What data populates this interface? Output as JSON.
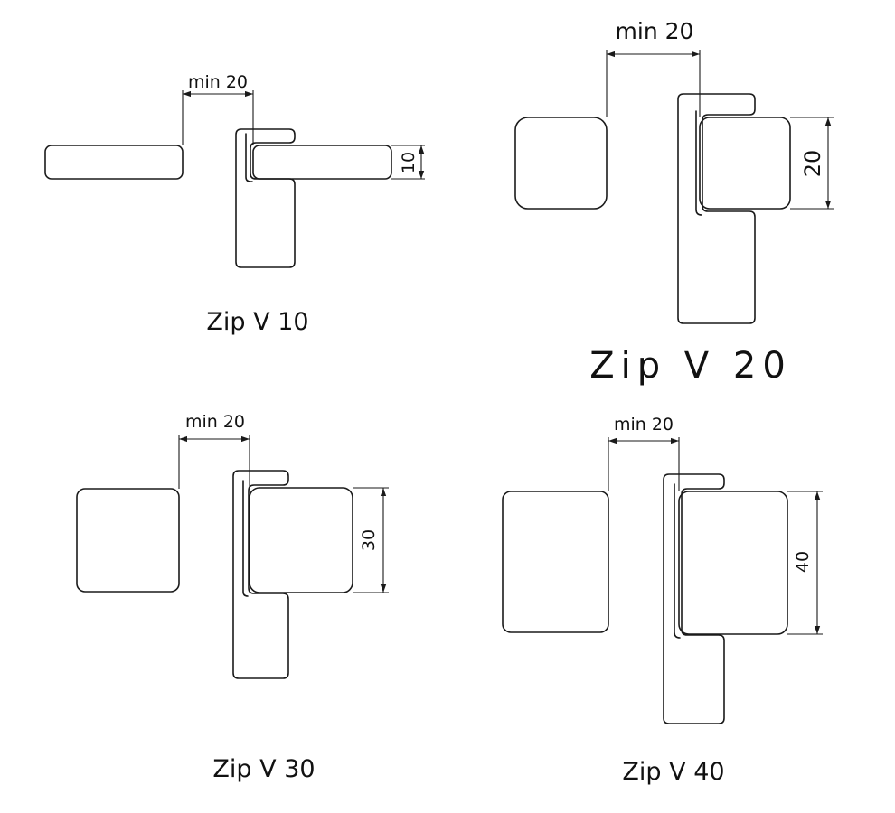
{
  "colors": {
    "line": "#1a1a1a",
    "background": "#ffffff"
  },
  "profiles": [
    {
      "id": "zip-v-10",
      "caption": "Zip V 10",
      "gap_label": "min 20",
      "height_label": "10"
    },
    {
      "id": "zip-v-20",
      "caption": "Zip V 20",
      "gap_label": "min 20",
      "height_label": "20"
    },
    {
      "id": "zip-v-30",
      "caption": "Zip V 30",
      "gap_label": "min 20",
      "height_label": "30"
    },
    {
      "id": "zip-v-40",
      "caption": "Zip V 40",
      "gap_label": "min 20",
      "height_label": "40"
    }
  ]
}
